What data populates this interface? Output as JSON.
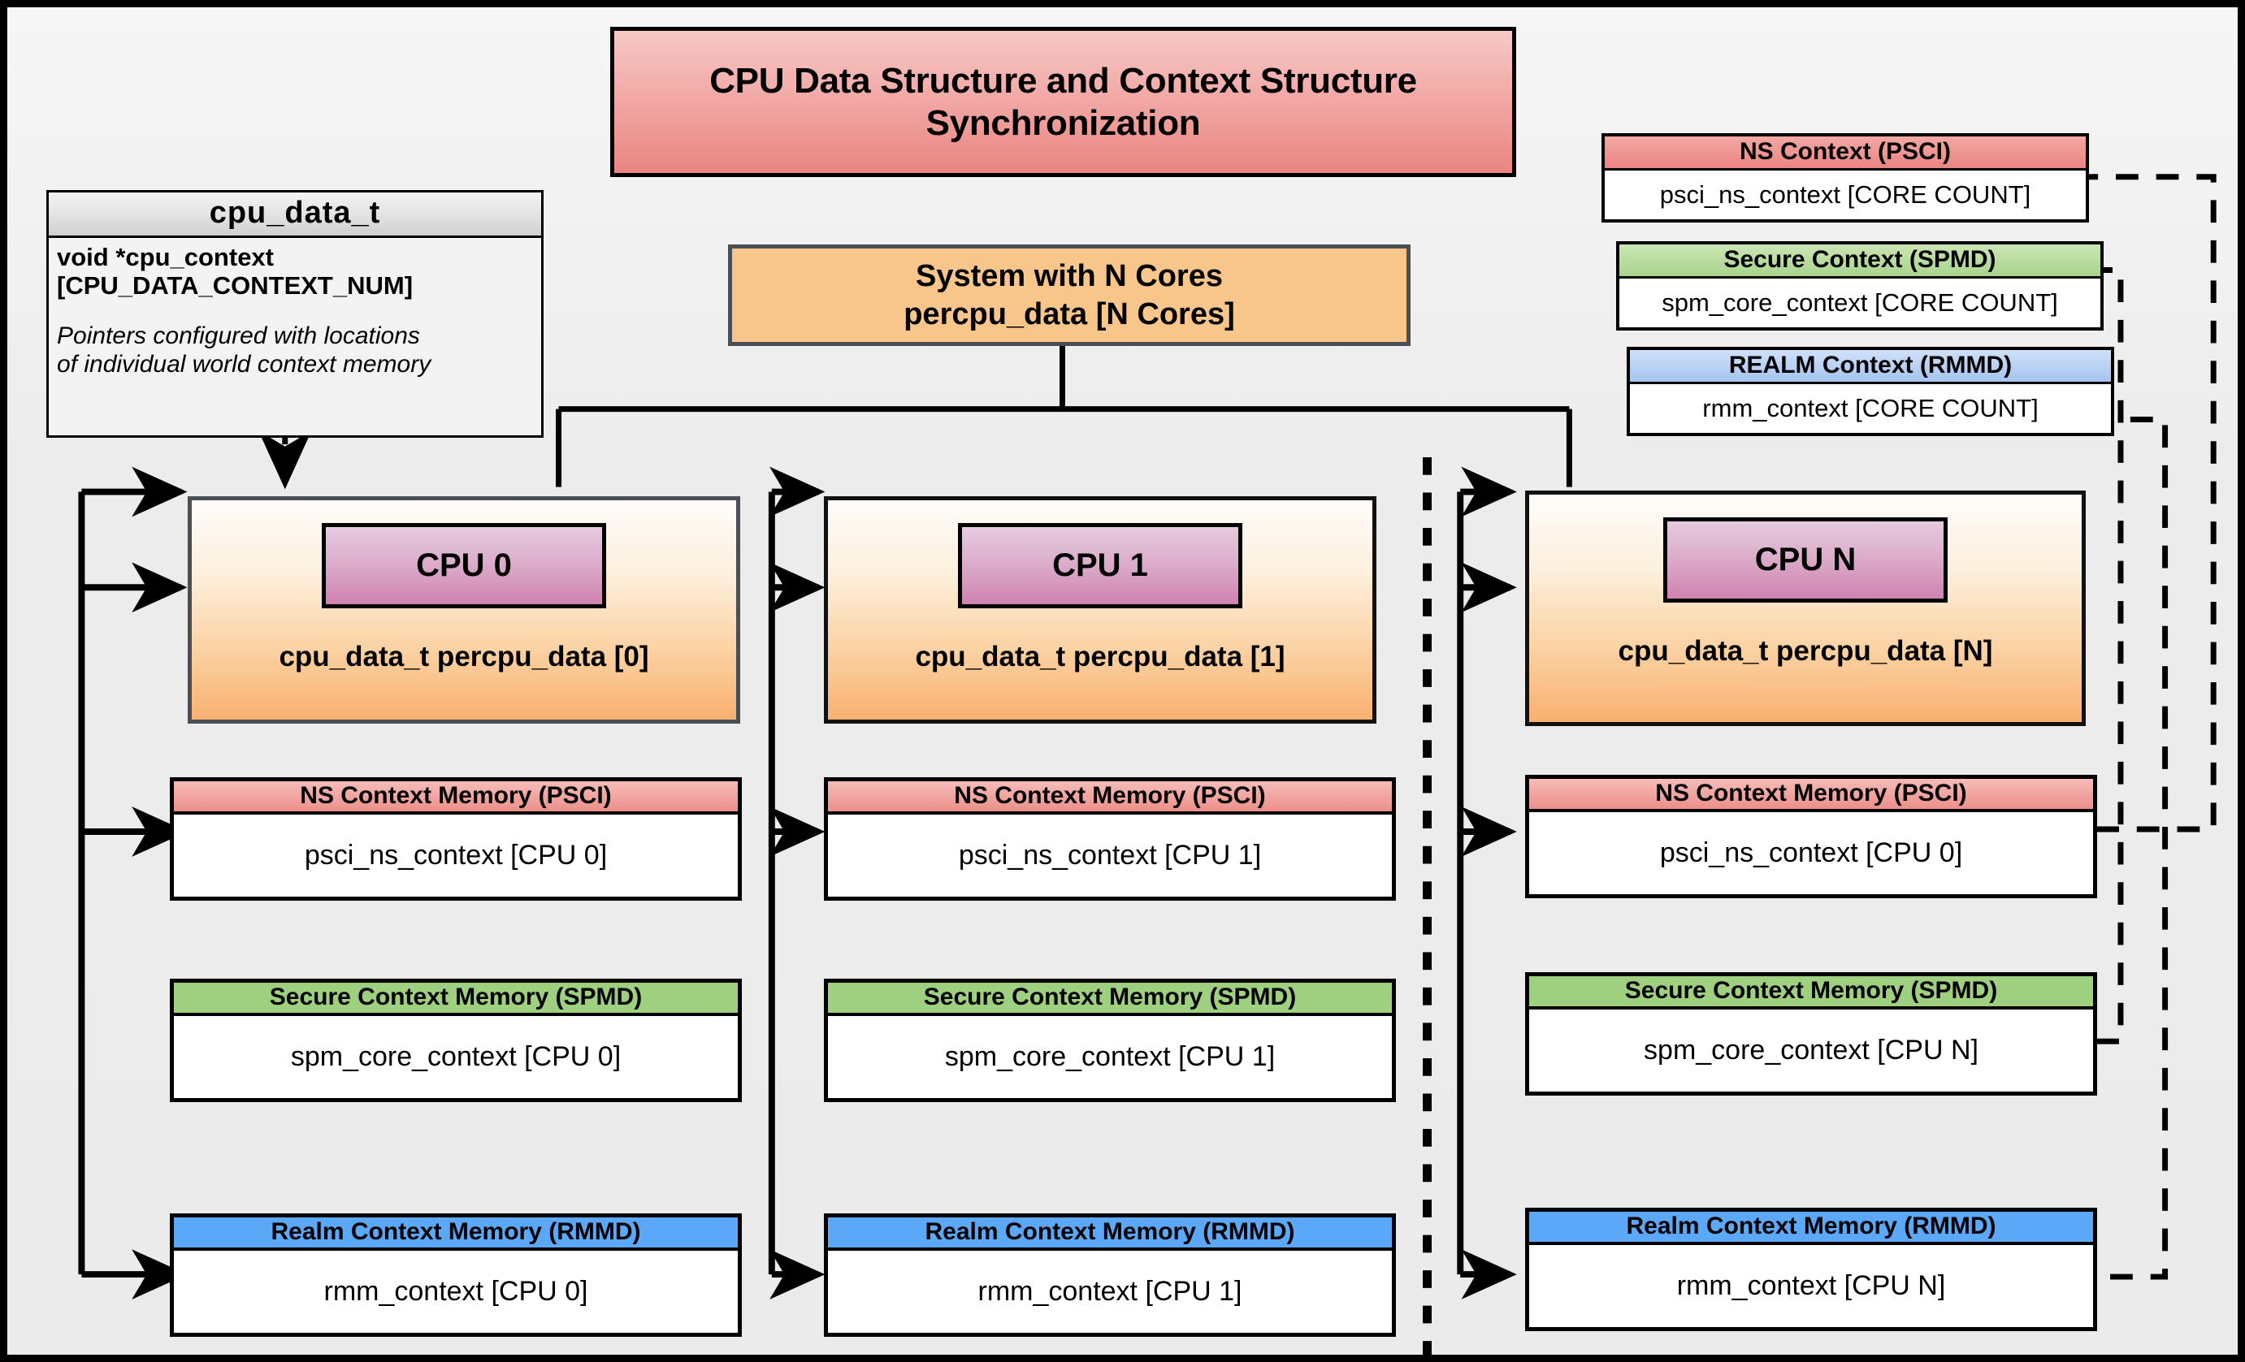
{
  "title": "CPU Data Structure and Context Structure Synchronization",
  "cpu_data_t": {
    "header": "cpu_data_t",
    "attribute": "void  *cpu_context\n[CPU_DATA_CONTEXT_NUM]",
    "note": "Pointers configured with locations\nof individual world context memory"
  },
  "system": {
    "line1": "System with N Cores",
    "line2": "percpu_data [N Cores]"
  },
  "legend_contexts": [
    {
      "header": "NS Context  (PSCI)",
      "value": "psci_ns_context [CORE COUNT]",
      "color": "#ec8481"
    },
    {
      "header": "Secure Context (SPMD)",
      "value": "spm_core_context [CORE COUNT]",
      "color": "#a8d48c"
    },
    {
      "header": "REALM Context (RMMD)",
      "value": "rmm_context [CORE COUNT]",
      "color": "#a5c4ef"
    }
  ],
  "cpus": [
    {
      "chip": "CPU 0",
      "struct_label": "cpu_data_t percpu_data [0]",
      "memories": [
        {
          "header": "NS Context Memory (PSCI)",
          "value": "psci_ns_context [CPU 0]",
          "color": "#ec8f8a"
        },
        {
          "header": "Secure Context Memory (SPMD)",
          "value": "spm_core_context [CPU 0]",
          "color": "#9ed07f"
        },
        {
          "header": "Realm Context Memory (RMMD)",
          "value": "rmm_context [CPU 0]",
          "color": "#5aa8f7"
        }
      ]
    },
    {
      "chip": "CPU 1",
      "struct_label": "cpu_data_t percpu_data [1]",
      "memories": [
        {
          "header": "NS Context Memory (PSCI)",
          "value": "psci_ns_context [CPU 1]",
          "color": "#ec8f8a"
        },
        {
          "header": "Secure Context Memory (SPMD)",
          "value": "spm_core_context [CPU 1]",
          "color": "#9ed07f"
        },
        {
          "header": "Realm Context Memory (RMMD)",
          "value": "rmm_context [CPU 1]",
          "color": "#5aa8f7"
        }
      ]
    },
    {
      "chip": "CPU N",
      "struct_label": "cpu_data_t percpu_data [N]",
      "memories": [
        {
          "header": "NS Context Memory (PSCI)",
          "value": "psci_ns_context [CPU 0]",
          "color": "#ec8f8a"
        },
        {
          "header": "Secure Context Memory (SPMD)",
          "value": "spm_core_context [CPU N]",
          "color": "#9ed07f"
        },
        {
          "header": "Realm Context Memory (RMMD)",
          "value": "rmm_context [CPU N]",
          "color": "#5aa8f7"
        }
      ]
    }
  ]
}
